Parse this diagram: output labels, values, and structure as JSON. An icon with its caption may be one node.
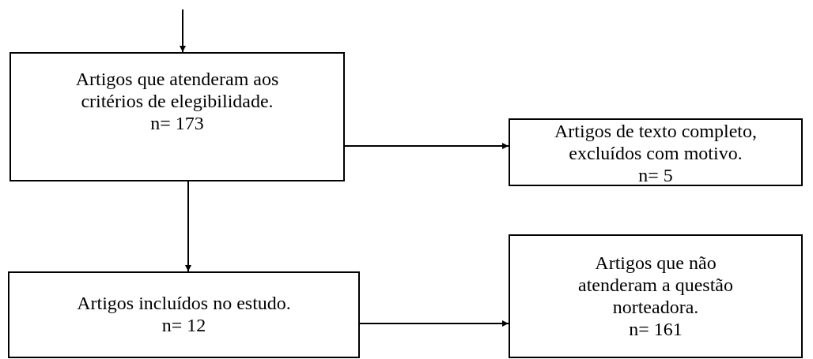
{
  "diagram": {
    "nodes": [
      {
        "text": [
          "Artigos que atenderam aos critérios de elegibilidade.",
          "n= 173"
        ]
      },
      {
        "text": [
          "Artigos de texto completo, excluídos com motivo.",
          "n= 5"
        ]
      },
      {
        "text": [
          "Artigos incluídos no estudo.",
          "n= 12"
        ]
      },
      {
        "text": [
          "Artigos que não atenderam a questão norteadora.",
          "n= 161"
        ]
      }
    ],
    "edges": [
      {
        "from": null,
        "to": 0,
        "arrow": "to"
      },
      {
        "from": 0,
        "to": 1,
        "arrow": "to"
      },
      {
        "from": 0,
        "to": 2,
        "arrow": "to"
      },
      {
        "from": 2,
        "to": 3,
        "arrow": "to"
      }
    ]
  }
}
